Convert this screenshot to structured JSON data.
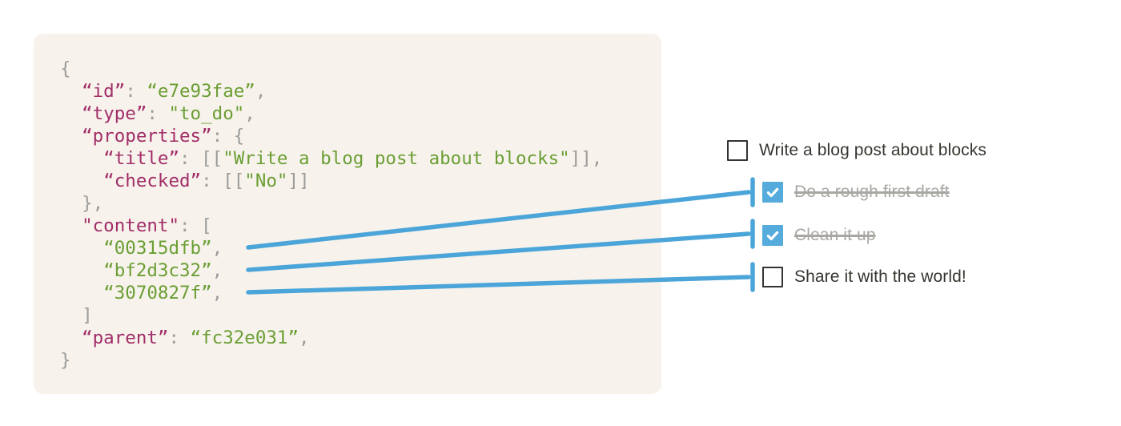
{
  "colors": {
    "card_background": "#f7f3ec",
    "json_key": "#a22d68",
    "json_string": "#6b9e34",
    "json_punctuation": "#9b9b9b",
    "connector_blue": "#4ba5d9",
    "checked_checkbox_blue": "#55abdb",
    "todo_text_dark": "#37352f",
    "todo_text_completed": "#a9a7a3"
  },
  "code": {
    "lines": [
      [
        [
          "p",
          "{"
        ]
      ],
      [
        [
          "p",
          "  "
        ],
        [
          "k",
          "“id”"
        ],
        [
          "p",
          ": "
        ],
        [
          "s",
          "“e7e93fae”"
        ],
        [
          "p",
          ","
        ]
      ],
      [
        [
          "p",
          "  "
        ],
        [
          "k",
          "“type”"
        ],
        [
          "p",
          ": "
        ],
        [
          "s",
          "\"to_do\""
        ],
        [
          "p",
          ","
        ]
      ],
      [
        [
          "p",
          "  "
        ],
        [
          "k",
          "“properties”"
        ],
        [
          "p",
          ": {"
        ]
      ],
      [
        [
          "p",
          "    "
        ],
        [
          "k",
          "“title”"
        ],
        [
          "p",
          ": [["
        ],
        [
          "s",
          "\"Write a blog post about blocks\""
        ],
        [
          "p",
          "]],"
        ]
      ],
      [
        [
          "p",
          "    "
        ],
        [
          "k",
          "“checked”"
        ],
        [
          "p",
          ": [["
        ],
        [
          "s",
          "\"No\""
        ],
        [
          "p",
          "]]"
        ]
      ],
      [
        [
          "p",
          "  },"
        ]
      ],
      [
        [
          "p",
          "  "
        ],
        [
          "k",
          "\"content\""
        ],
        [
          "p",
          ": ["
        ]
      ],
      [
        [
          "p",
          "    "
        ],
        [
          "s",
          "“00315dfb”"
        ],
        [
          "p",
          ","
        ]
      ],
      [
        [
          "p",
          "    "
        ],
        [
          "s",
          "“bf2d3c32”"
        ],
        [
          "p",
          ","
        ]
      ],
      [
        [
          "p",
          "    "
        ],
        [
          "s",
          "“3070827f”"
        ],
        [
          "p",
          ","
        ]
      ],
      [
        [
          "p",
          "  ]"
        ]
      ],
      [
        [
          "p",
          "  "
        ],
        [
          "k",
          "“parent”"
        ],
        [
          "p",
          ": "
        ],
        [
          "s",
          "“fc32e031”"
        ],
        [
          "p",
          ","
        ]
      ],
      [
        [
          "p",
          "}"
        ]
      ]
    ]
  },
  "todo": {
    "items": [
      {
        "label": "Write a blog post about blocks",
        "checked": false,
        "struck": false
      },
      {
        "label": "Do a rough first draft",
        "checked": true,
        "struck": true
      },
      {
        "label": "Clean it up",
        "checked": true,
        "struck": true
      },
      {
        "label": "Share it with the world!",
        "checked": false,
        "struck": false
      }
    ]
  }
}
